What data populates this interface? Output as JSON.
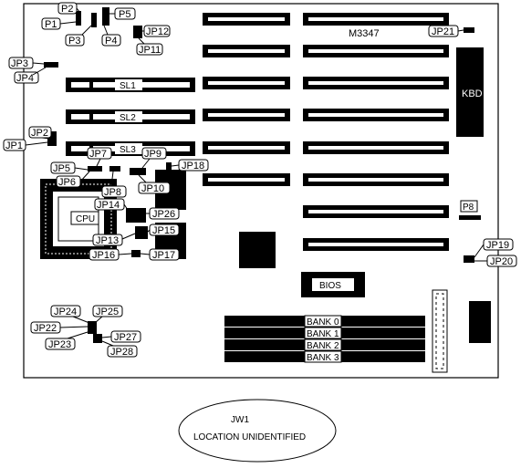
{
  "board": {
    "model": "M3347",
    "keyboard_label": "KBD",
    "bios_label": "BIOS",
    "cpu_label": "CPU",
    "connector_label": "P8"
  },
  "slots": {
    "sl1": "SL1",
    "sl2": "SL2",
    "sl3": "SL3"
  },
  "memory_banks": [
    "BANK 0",
    "BANK 1",
    "BANK 2",
    "BANK 3"
  ],
  "jumpers": {
    "p1": "P1",
    "p2": "P2",
    "p3": "P3",
    "p4": "P4",
    "p5": "P5",
    "jp1": "JP1",
    "jp2": "JP2",
    "jp3": "JP3",
    "jp4": "JP4",
    "jp5": "JP5",
    "jp6": "JP6",
    "jp7": "JP7",
    "jp8": "JP8",
    "jp9": "JP9",
    "jp10": "JP10",
    "jp11": "JP11",
    "jp12": "JP12",
    "jp13": "JP13",
    "jp14": "JP14",
    "jp15": "JP15",
    "jp16": "JP16",
    "jp17": "JP17",
    "jp18": "JP18",
    "jp19": "JP19",
    "jp20": "JP20",
    "jp21": "JP21",
    "jp22": "JP22",
    "jp23": "JP23",
    "jp24": "JP24",
    "jp25": "JP25",
    "jp26": "JP26",
    "jp27": "JP27",
    "jp28": "JP28"
  },
  "legend": {
    "jumper": "JW1",
    "caption": "LOCATION UNIDENTIFIED"
  }
}
